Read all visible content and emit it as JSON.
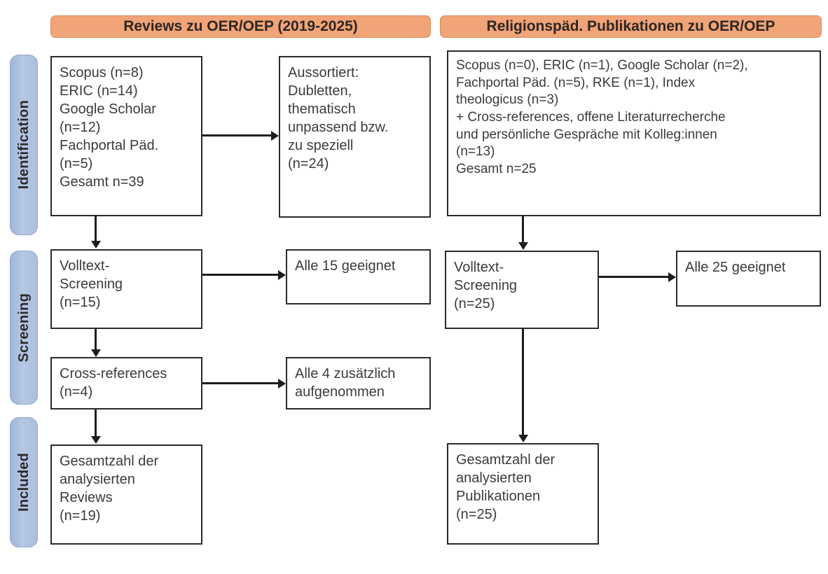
{
  "figure": {
    "type": "prisma-flow-diagram",
    "columns": [
      {
        "id": "reviews",
        "header": "Reviews zu OER/OEP (2019-2025)"
      },
      {
        "id": "religionspaed",
        "header": "Religionspäd. Publikationen zu OER/OEP"
      }
    ],
    "stages": [
      {
        "id": "identification",
        "label": "Identification"
      },
      {
        "id": "screening",
        "label": "Screening"
      },
      {
        "id": "included",
        "label": "Included"
      }
    ]
  },
  "left": {
    "identification_sources": "Scopus (n=8)\nERIC (n=14)\nGoogle Scholar\n(n=12)\nFachportal Päd.\n(n=5)\nGesamt n=39",
    "excluded": "Aussortiert:\nDubletten,\nthematisch\nunpassend bzw.\nzu speziell\n(n=24)",
    "fulltext_screening": "Volltext-\nScreening\n(n=15)",
    "fulltext_result": "Alle 15 geeignet",
    "cross_references": "Cross-references\n(n=4)",
    "cross_references_result": "Alle 4 zusätzlich\naufgenommen",
    "included_total": "Gesamtzahl der\nanalysierten\nReviews\n(n=19)"
  },
  "right": {
    "identification_sources": "Scopus (n=0), ERIC (n=1), Google Scholar (n=2),\nFachportal Päd. (n=5), RKE (n=1), Index\ntheologicus (n=3)\n+ Cross-references, offene Literaturrecherche\nund persönliche Gespräche mit Kolleg:innen\n(n=13)\nGesamt n=25",
    "fulltext_screening": "Volltext-\nScreening\n(n=25)",
    "fulltext_result": "Alle 25 geeignet",
    "included_total": "Gesamtzahl der\nanalysierten\nPublikationen\n(n=25)"
  },
  "counts": {
    "left_scopus": 8,
    "left_eric": 14,
    "left_google_scholar": 12,
    "left_fachportal": 5,
    "left_total_identified": 39,
    "left_excluded": 24,
    "left_fulltext_screened": 15,
    "left_fulltext_eligible": 15,
    "left_cross_references": 4,
    "left_cross_references_added": 4,
    "left_included": 19,
    "right_scopus": 0,
    "right_eric": 1,
    "right_google_scholar": 2,
    "right_fachportal": 5,
    "right_rke": 1,
    "right_index_theologicus": 3,
    "right_additional": 13,
    "right_total_identified": 25,
    "right_fulltext_screened": 25,
    "right_fulltext_eligible": 25,
    "right_included": 25
  },
  "colors": {
    "header_fill": "#f0a478",
    "header_border": "#d98a5c",
    "stage_fill": "#a9bfdd",
    "stage_border": "#8ea7cd",
    "box_border": "#2b2b2b",
    "box_fill": "#ffffff",
    "text": "#3b3b3b",
    "connector": "#1d1d1d"
  }
}
